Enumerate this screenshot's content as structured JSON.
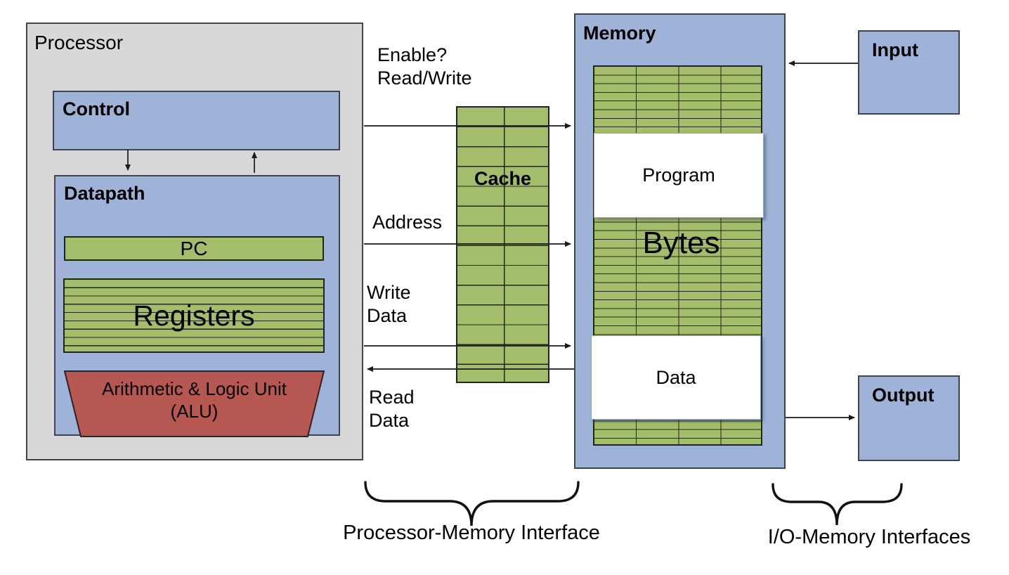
{
  "processor": {
    "title": "Processor",
    "control_label": "Control",
    "datapath_label": "Datapath",
    "pc_label": "PC",
    "registers_label": "Registers",
    "alu_line1": "Arithmetic & Logic Unit",
    "alu_line2": "(ALU)"
  },
  "bus": {
    "enable_read_write": "Enable?\nRead/Write",
    "address": "Address",
    "write_data": "Write\nData",
    "read_data": "Read\nData"
  },
  "cache": {
    "label": "Cache"
  },
  "memory": {
    "title": "Memory",
    "program_label": "Program",
    "bytes_label": "Bytes",
    "data_label": "Data"
  },
  "io": {
    "input_label": "Input",
    "output_label": "Output"
  },
  "captions": {
    "processor_memory": "Processor-Memory Interface",
    "io_memory": "I/O-Memory Interfaces"
  },
  "colors": {
    "box_blue": "#9fb3d8",
    "grid_green": "#a4bd6a",
    "alu_red": "#b75752",
    "processor_gray": "#d8d8d8",
    "line_black": "#1a1a1a",
    "overlay_white": "#ffffff"
  }
}
